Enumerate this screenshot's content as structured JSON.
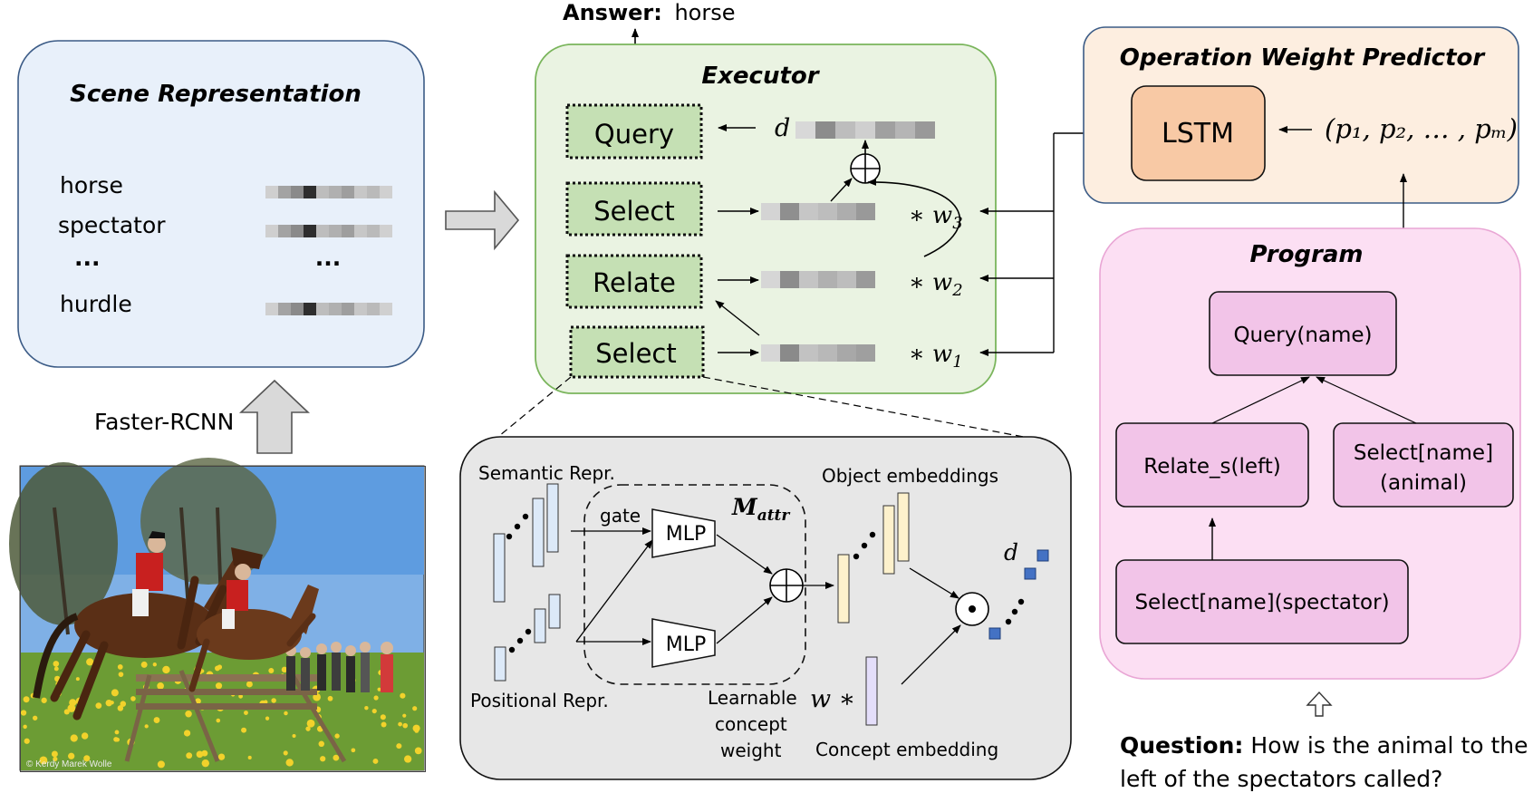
{
  "answer": {
    "label": "Answer:",
    "value": "horse"
  },
  "scene": {
    "title": "Scene Representation",
    "rows": [
      "horse",
      "spectator",
      "...",
      "hurdle"
    ],
    "ellipsis_right": "..."
  },
  "detector": {
    "label": "Faster-RCNN"
  },
  "photo": {
    "credit": "© Kerdy Marek Wolle"
  },
  "executor": {
    "title": "Executor",
    "modules": [
      "Query",
      "Select",
      "Relate",
      "Select"
    ],
    "d_label": "d",
    "plus": "⊕",
    "weights": [
      {
        "prefix": "∗ w",
        "sub": "3"
      },
      {
        "prefix": "∗ w",
        "sub": "2"
      },
      {
        "prefix": "∗ w",
        "sub": "1"
      }
    ]
  },
  "predictor": {
    "title": "Operation Weight Predictor",
    "lstm": "LSTM",
    "output": "(p₁, p₂, … , pₘ)"
  },
  "program": {
    "title": "Program",
    "nodes": {
      "query": "Query(name)",
      "relate": "Relate_s(left)",
      "select_animal_1": "Select[name]",
      "select_animal_2": "(animal)",
      "select_spectator": "Select[name](spectator)"
    }
  },
  "question": {
    "label": "Question:",
    "line1": "How is the animal to the",
    "line2": "left of the spectators called?"
  },
  "detail": {
    "semantic": "Semantic Repr.",
    "positional": "Positional Repr.",
    "gate": "gate",
    "mlp_top": "MLP",
    "mlp_bottom": "MLP",
    "m_attr_main": "M",
    "m_attr_sub": "attr",
    "object_embeddings": "Object embeddings",
    "learnable_1": "Learnable",
    "learnable_2": "concept",
    "learnable_3": "weight",
    "w_star": "w ∗",
    "concept_embedding": "Concept embedding",
    "d_label": "d"
  },
  "colors": {
    "scene_fill": "#e8f0fa",
    "scene_stroke": "#3b5b86",
    "executor_fill": "#eaf3e2",
    "executor_stroke": "#7ab55c",
    "module_fill": "#c5e0b4",
    "predictor_fill": "#fdeee0",
    "predictor_stroke": "#3b5b86",
    "lstm_fill": "#f8c9a5",
    "program_fill": "#fcdff3",
    "program_stroke": "#e9a6d5",
    "node_fill": "#f2c4e8",
    "detail_fill": "#e7e7e7",
    "blue_vec": "#dce9f8",
    "yellow_vec": "#fdf1cc",
    "purple_vec": "#e4defa",
    "dot_blue": "#4472c4"
  }
}
